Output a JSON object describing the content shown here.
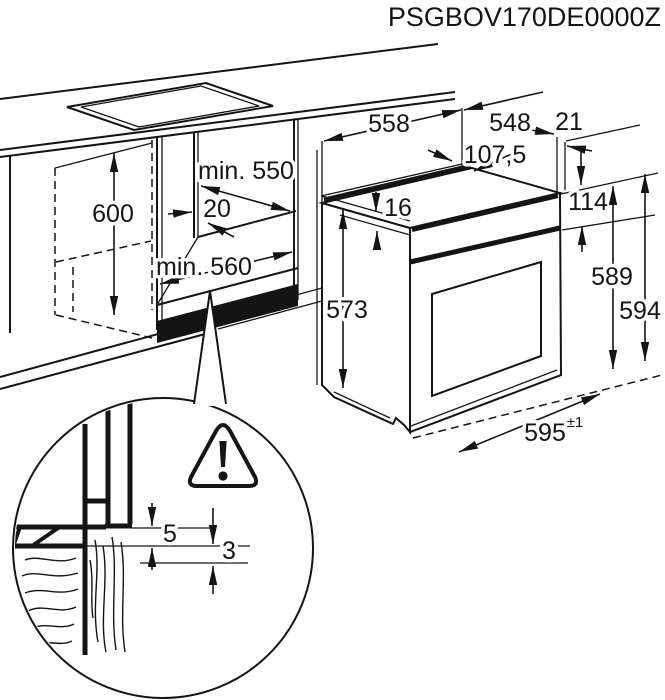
{
  "title": "PSGBOV170DE0000Z",
  "colors": {
    "line": "#141414",
    "background": "#ffffff"
  },
  "cabinet_dims": {
    "height": "600",
    "depth_top": "min. 550",
    "rear_gap": "20",
    "depth_bottom": "min. 560"
  },
  "oven_dims": {
    "body_width": "558",
    "top_width": "548",
    "offset_right": "21",
    "top_offset": "107,5",
    "trim": "16",
    "panel_height": "114",
    "body_height": "573",
    "height_to_top": "589",
    "total_height": "594",
    "front_width": "595",
    "front_width_tolerance": "±1"
  },
  "detail_dims": {
    "gap_top": "5",
    "gap_bottom": "3"
  },
  "icons": {
    "warning": "warning-triangle"
  }
}
